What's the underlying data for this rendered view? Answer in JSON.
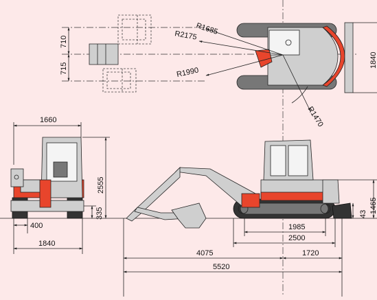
{
  "dimensions": {
    "top_view": {
      "r1685": "R1685",
      "r2175": "R2175",
      "r1990": "R1990",
      "r1470": "R1470",
      "d710": "710",
      "d715": "715",
      "d1840": "1840"
    },
    "front_view": {
      "d1660": "1660",
      "d2555": "2555",
      "d335": "335",
      "d400": "400",
      "d1840": "1840"
    },
    "side_view": {
      "d1985": "1985",
      "d2500": "2500",
      "d4075": "4075",
      "d1720": "1720",
      "d5520": "5520",
      "d43": "43",
      "d1465": "1465"
    }
  },
  "colors": {
    "background": "#fde9e9",
    "machine_body": "#cfcfcf",
    "accent_red": "#e8452c",
    "track": "#333333"
  }
}
